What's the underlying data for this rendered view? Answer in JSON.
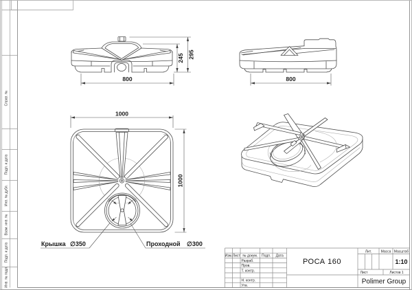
{
  "stamp_labels": [
    "Справ. №",
    "Подп. и дата",
    "Инв. № дубл.",
    "Взам. инв. №",
    "Подп. и дата",
    "Инв. № подл."
  ],
  "views": {
    "front": {
      "dim_width": "800",
      "dim_height_body": "245",
      "dim_height_total": "295"
    },
    "side": {
      "dim_width": "800"
    },
    "top": {
      "dim_width": "1000",
      "dim_height": "1000",
      "callout_lid_label": "Крышка",
      "callout_lid_value": "∅350",
      "callout_pass_label": "Проходной",
      "callout_pass_value": "∅300"
    }
  },
  "title_block": {
    "header_cols": [
      "Изм.",
      "Лист",
      "№ докум.",
      "Подп.",
      "Дата"
    ],
    "row_labels": [
      "Разраб.",
      "Пров.",
      "Т. контр.",
      "Н. контр.",
      "Утв."
    ],
    "doc_title": "РОСА 160",
    "lit_label": "Лит.",
    "mass_label": "Масса",
    "scale_label": "Масштаб",
    "scale_value": "1:10",
    "sheet_label": "Лист",
    "sheets_label": "Листов 1",
    "company": "Polimer Group"
  },
  "colors": {
    "line": "#4d4d4d",
    "frame": "#8a8a8a",
    "text": "#1a1a1a"
  }
}
